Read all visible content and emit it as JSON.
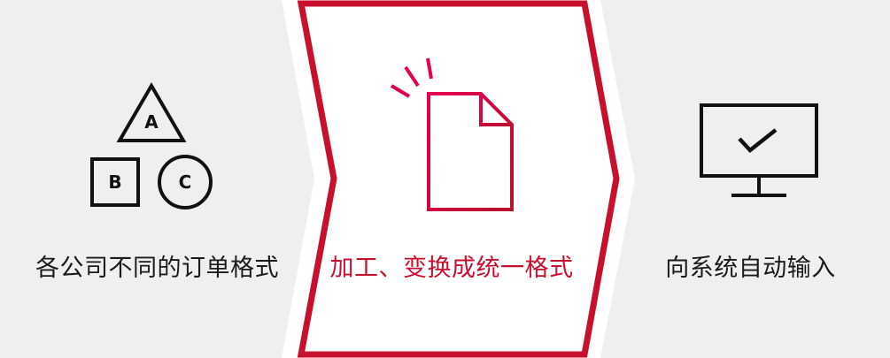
{
  "steps": [
    {
      "label": "各公司不同的订单格式",
      "icon": "abc-shapes-icon",
      "icon_letters": [
        "A",
        "B",
        "C"
      ]
    },
    {
      "label": "加工、变换成统一格式",
      "icon": "document-icon",
      "highlighted": true
    },
    {
      "label": "向系统自动输入",
      "icon": "monitor-check-icon"
    }
  ],
  "colors": {
    "panel_gray": "#efefef",
    "accent_red": "#c8102e",
    "text_dark": "#1a1a1a"
  }
}
